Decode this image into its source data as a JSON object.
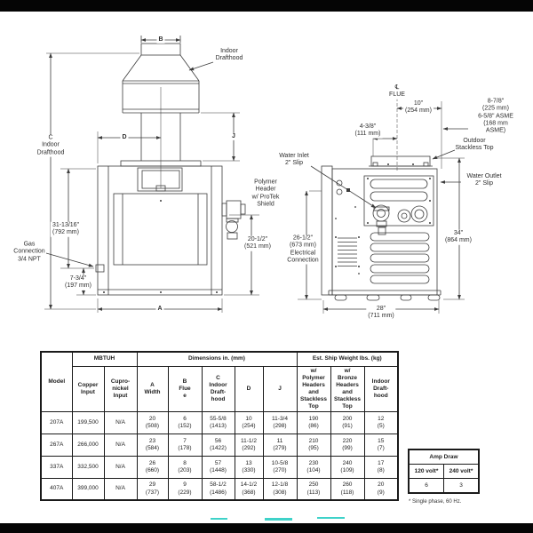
{
  "page": {
    "background": "#ffffff",
    "bar_color": "#050505",
    "line_color": "#3c3c3c",
    "artifact_color": "#3fd2c9"
  },
  "left_drawing": {
    "dim_b": "B",
    "indoor_drafthood": "Indoor\nDrafthood",
    "dim_c": "C\nIndoor\nDrafthood",
    "dim_d": "D",
    "dim_j": "J",
    "dim_gas_height": "31-13/16\"\n(792 mm)",
    "gas_connection": "Gas\nConnection\n3/4 NPT",
    "dim_gas_bottom": "7-3/4\"\n(197 mm)",
    "polymer_header": "Polymer\nHeader\nw/ ProTek\nShield",
    "dim_header_height": "20-1/2\"\n(521 mm)",
    "dim_a": "A"
  },
  "right_drawing": {
    "flue_centerline": "℄\nFLUE",
    "dim_flue_offset": "10\"\n(254 mm)",
    "dim_flue_size": "8-7/8\"\n(225 mm)\n6-5/8\" ASME\n(168 mm ASME)",
    "dim_flue_left": "4-3/8\"\n(111 mm)",
    "outdoor_top": "Outdoor\nStackless Top",
    "water_inlet": "Water Inlet\n2\" Slip",
    "water_outlet": "Water Outlet\n2\" Slip",
    "dim_electrical": "26-1/2\"\n(673 mm)\nElectrical\nConnection",
    "dim_height": "34\"\n(864 mm)",
    "dim_depth": "28\"\n(711 mm)"
  },
  "spec_table": {
    "group_headers": {
      "model": "Model",
      "mbtuh": "MBTUH",
      "dimensions": "Dimensions in. (mm)",
      "ship": "Est. Ship Weight lbs. (kg)"
    },
    "sub_headers": {
      "copper": "Copper\nInput",
      "cupro": "Cupro-\nnickel\nInput",
      "a": "A\nWidth",
      "b": "B\nFlue\ne",
      "c": "C\nIndoor\nDraft-\nhood",
      "d": "D",
      "j": "J",
      "poly": "w/\nPolymer\nHeaders\nand\nStackless\nTop",
      "bronze": "w/\nBronze\nHeaders\nand\nStackless\nTop",
      "indoor": "Indoor\nDraft-\nhood"
    },
    "rows": [
      {
        "model": "207A",
        "copper": "199,500",
        "cupro": "N/A",
        "a": "20\n(508)",
        "b": "6\n(152)",
        "c": "55-5/8\n(1413)",
        "d": "10\n(254)",
        "j": "11-3/4\n(298)",
        "poly": "190\n(86)",
        "bronze": "200\n(91)",
        "indoor": "12\n(5)"
      },
      {
        "model": "267A",
        "copper": "266,000",
        "cupro": "N/A",
        "a": "23\n(584)",
        "b": "7\n(178)",
        "c": "56\n(1422)",
        "d": "11-1/2\n(292)",
        "j": "11\n(279)",
        "poly": "210\n(95)",
        "bronze": "220\n(99)",
        "indoor": "15\n(7)"
      },
      {
        "model": "337A",
        "copper": "332,500",
        "cupro": "N/A",
        "a": "26\n(660)",
        "b": "8\n(203)",
        "c": "57\n(1448)",
        "d": "13\n(330)",
        "j": "10-5/8\n(270)",
        "poly": "230\n(104)",
        "bronze": "240\n(109)",
        "indoor": "17\n(8)"
      },
      {
        "model": "407A",
        "copper": "399,000",
        "cupro": "N/A",
        "a": "29\n(737)",
        "b": "9\n(229)",
        "c": "58-1/2\n(1486)",
        "d": "14-1/2\n(368)",
        "j": "12-1/8\n(308)",
        "poly": "250\n(113)",
        "bronze": "260\n(118)",
        "indoor": "20\n(9)"
      }
    ]
  },
  "amp_table": {
    "title": "Amp Draw",
    "col_120": "120 volt*",
    "col_240": "240 volt*",
    "val_120": "6",
    "val_240": "3",
    "footnote": "* Single phase, 60 Hz."
  }
}
